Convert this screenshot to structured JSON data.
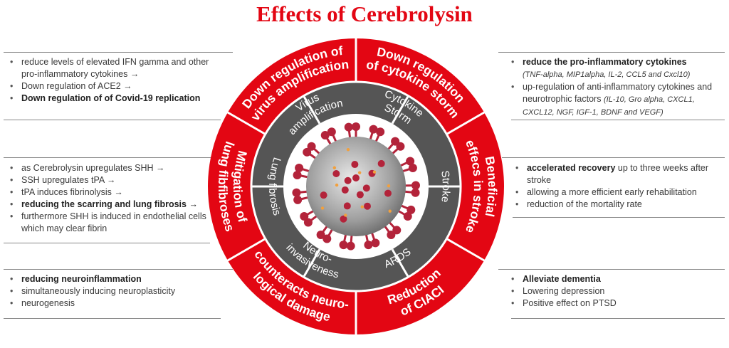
{
  "title": "Effects of Cerebrolysin",
  "colors": {
    "accent": "#e30613",
    "dark": "#555555",
    "virus": "#b3233a"
  },
  "center_image": "coronavirus-illustration",
  "outer_segments": [
    "Down regulation of virus amplification",
    "Down regulation of cytokine storm",
    "Beneficial effecs in stroke",
    "Reduction of CIACI",
    "counteracts neuro-logical damage",
    "Mitigation of lung fibfibroses"
  ],
  "inner_segments": [
    "Virus amplification",
    "Cytokine Storm",
    "Stroke",
    "ARDS",
    "Neuro-invasiveness",
    "Lung fibrosis"
  ],
  "panels": {
    "top_left": [
      "reduce levels of elevated IFN gamma and other pro-inflammatory cytokines →",
      "Down regulation of ACE2 →",
      "Down regulation of  of Covid-19 replication"
    ],
    "mid_left": [
      "as Cerebrolysin upregulates SHH →",
      "SSH upregulates tPA →",
      "tPA induces fibrinolysis →",
      "reducing the scarring and lung fibrosis →",
      "furthermore SHH is induced in endothelial cells which may clear fibrin"
    ],
    "bottom_left": [
      "reducing neuroinflammation",
      "simultaneously inducing neuroplasticity",
      "neurogenesis"
    ],
    "top_right": {
      "item1_bold": "reduce the pro-inflammatory cytokines",
      "item1_italic": "(TNF-alpha, MIP1alpha, IL-2, CCL5 and Cxcl10)",
      "item2_text": "up-regulation of anti-inflammatory cytokines and neurotrophic factors",
      "item2_italic": "(IL-10, Gro alpha, CXCL1, CXCL12, NGF, IGF-1, BDNF and VEGF)"
    },
    "mid_right": {
      "item1_bold": "accelerated recovery",
      "item1_rest": " up to three weeks after stroke",
      "item2": "allowing a more efficient early rehabilitation",
      "item3": "reduction of the mortality rate"
    },
    "bottom_right": [
      "Alleviate dementia",
      "Lowering depression",
      "Positive effect on PTSD"
    ]
  }
}
